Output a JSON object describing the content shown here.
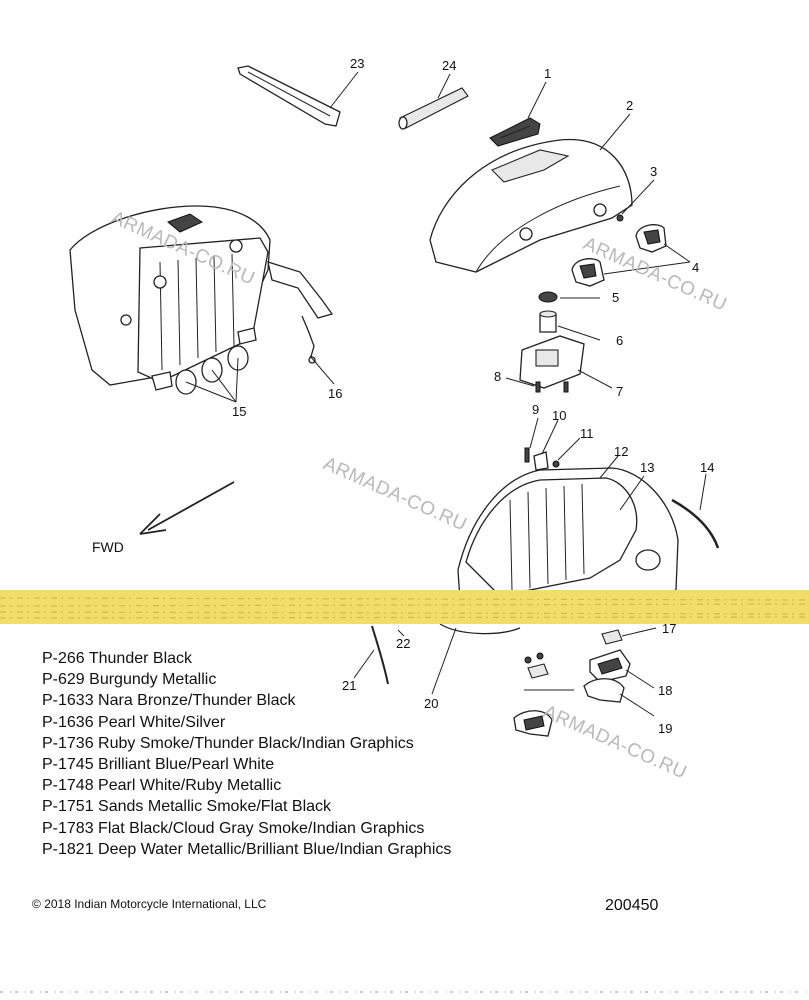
{
  "diagram": {
    "callouts": [
      "1",
      "2",
      "3",
      "4",
      "5",
      "6",
      "7",
      "8",
      "9",
      "10",
      "11",
      "12",
      "13",
      "14",
      "15",
      "16",
      "17",
      "18",
      "19",
      "20",
      "21",
      "22",
      "23",
      "24"
    ],
    "direction_label": "FWD",
    "watermark": "ARMADA-CO.RU",
    "band_color": "#f2dc6a"
  },
  "color_codes": [
    {
      "code": "P-266",
      "name": "Thunder Black"
    },
    {
      "code": "P-629",
      "name": "Burgundy Metallic"
    },
    {
      "code": "P-1633",
      "name": "Nara Bronze/Thunder Black"
    },
    {
      "code": "P-1636",
      "name": "Pearl White/Silver"
    },
    {
      "code": "P-1736",
      "name": "Ruby Smoke/Thunder Black/Indian Graphics"
    },
    {
      "code": "P-1745",
      "name": "Brilliant Blue/Pearl White"
    },
    {
      "code": "P-1748",
      "name": "Pearl White/Ruby Metallic"
    },
    {
      "code": "P-1751",
      "name": "Sands Metallic Smoke/Flat Black"
    },
    {
      "code": "P-1783",
      "name": "Flat Black/Cloud Gray Smoke/Indian Graphics"
    },
    {
      "code": "P-1821",
      "name": "Deep Water Metallic/Brilliant Blue/Indian Graphics"
    }
  ],
  "footer": {
    "copyright": "2018 Indian Motorcycle International, LLC",
    "drawing_number": "200450"
  }
}
